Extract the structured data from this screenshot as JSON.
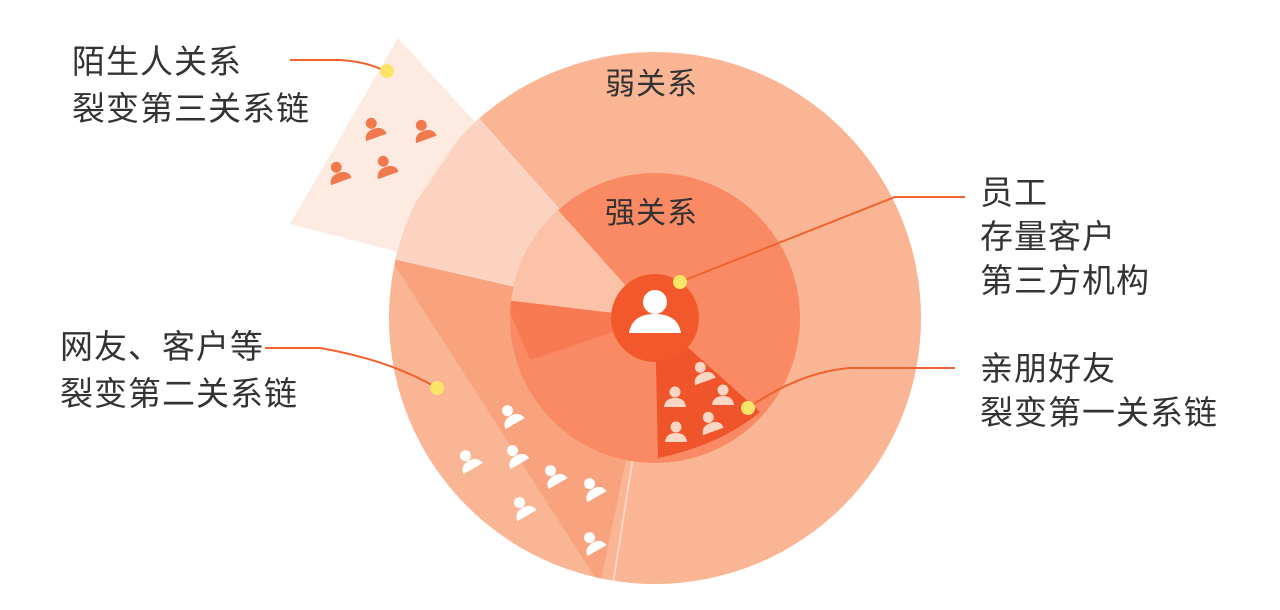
{
  "diagram": {
    "center_icon": "person-icon",
    "inner_ring_label": "强关系",
    "outer_ring_label": "弱关系",
    "callouts": {
      "stranger": {
        "line1": "陌生人关系",
        "line2": "裂变第三关系链"
      },
      "core": {
        "line1": "员工",
        "line2": "存量客户",
        "line3": "第三方机构"
      },
      "friends": {
        "line1": "网友、客户等",
        "line2": "裂变第二关系链"
      },
      "family": {
        "line1": "亲朋好友",
        "line2": "裂变第一关系链"
      }
    },
    "colors": {
      "outer_ring": "#f9b594",
      "inner_ring": "#f98a63",
      "center": "#f2582b",
      "callout_line": "#f0632f",
      "callout_dot": "#fbe566",
      "text": "#333333"
    }
  }
}
